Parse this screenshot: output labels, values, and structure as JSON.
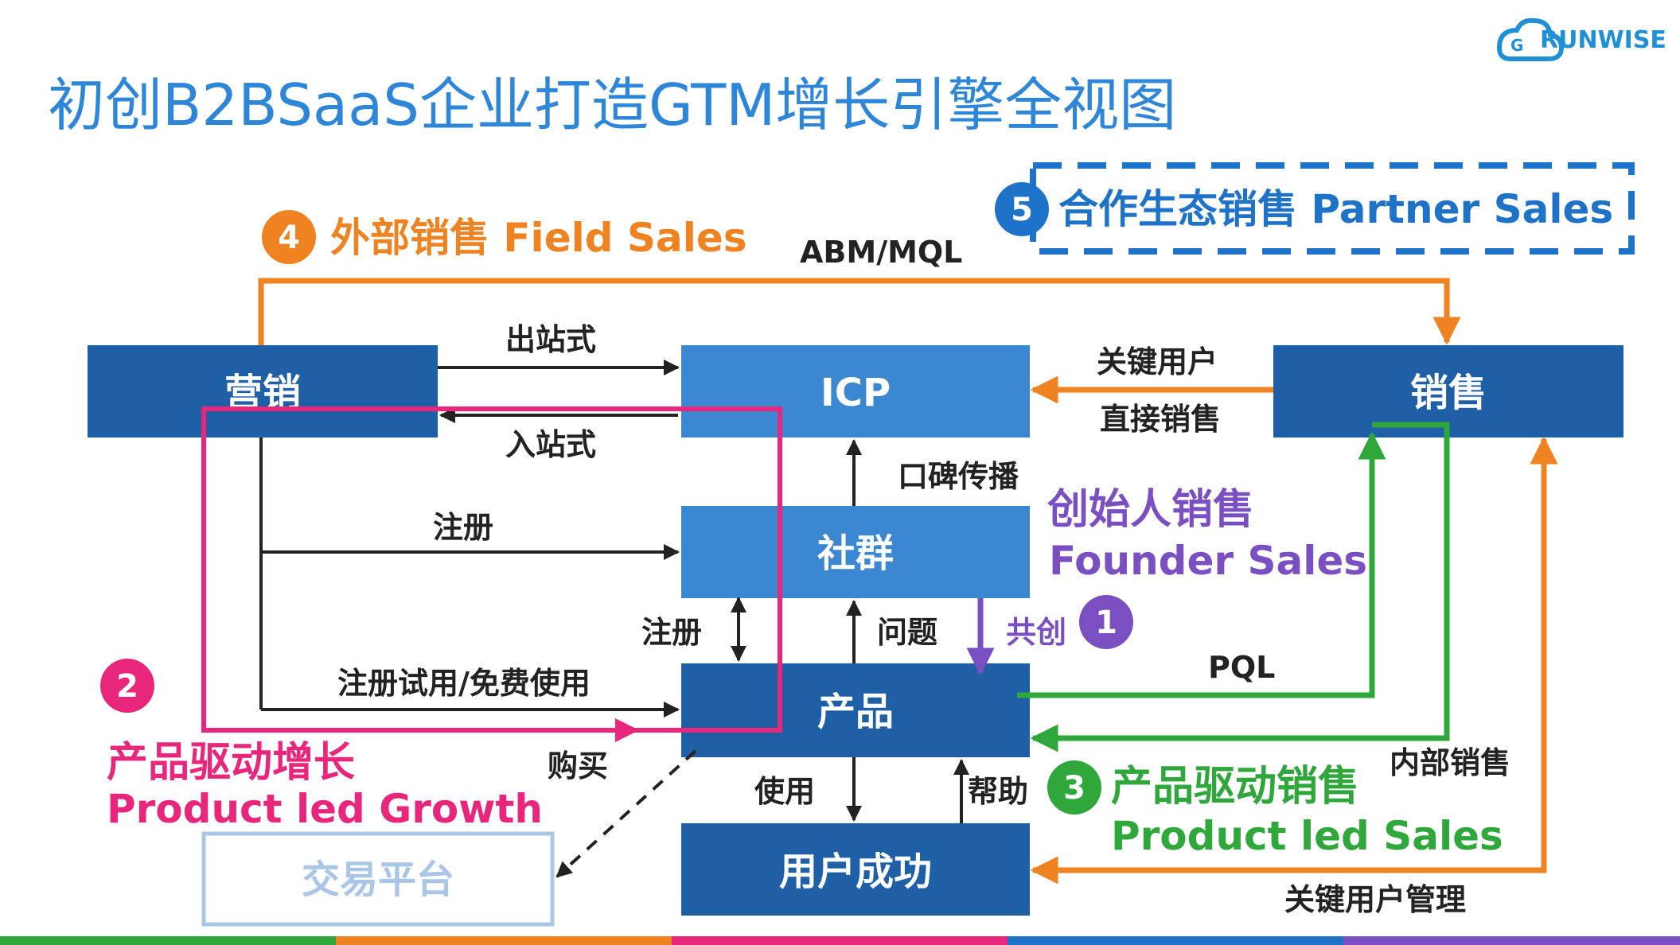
{
  "title": "初创B2BSaaS企业打造GTM增长引擎全视图",
  "logo": {
    "icon": "cloud-logo-icon",
    "text": "RUNWISE"
  },
  "nodes": {
    "marketing": "营销",
    "icp": "ICP",
    "sales": "销售",
    "community": "社群",
    "product": "产品",
    "user_success": "用户成功",
    "marketplace": "交易平台"
  },
  "motions": {
    "field_sales": {
      "number": "4",
      "label": "外部销售 Field Sales"
    },
    "partner_sales": {
      "number": "5",
      "label": "合作生态销售 Partner Sales"
    },
    "founder_sales": {
      "number": "1",
      "label_cn": "创始人销售",
      "label_en": "Founder Sales"
    },
    "plg": {
      "number": "2",
      "label_cn": "产品驱动增长",
      "label_en": "Product led Growth"
    },
    "pls": {
      "number": "3",
      "label_cn": "产品驱动销售",
      "label_en": "Product led Sales"
    }
  },
  "edges": {
    "abm_mql": "ABM/MQL",
    "outbound": "出站式",
    "inbound": "入站式",
    "key_users": "关键用户",
    "direct_sales": "直接销售",
    "word_of_mouth": "口碑传播",
    "register": "注册",
    "register2": "注册",
    "trial": "注册试用/免费使用",
    "questions": "问题",
    "co_create": "共创",
    "pql": "PQL",
    "internal_sales": "内部销售",
    "buy": "购买",
    "use": "使用",
    "help": "帮助",
    "key_user_mgmt": "关键用户管理"
  },
  "colors": {
    "title": "#2e86d8",
    "dark_box": "#1f5fa6",
    "mid_box": "#3c87d2",
    "orange": "#ef8221",
    "purple": "#7a4fc1",
    "green": "#2fa73a",
    "pink": "#e8267c",
    "blue_badge": "#1e73c9",
    "marketplace_border": "#a9c6e6"
  }
}
